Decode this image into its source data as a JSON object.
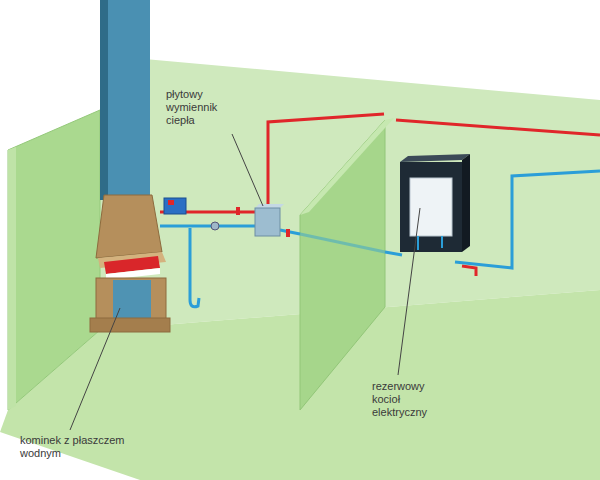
{
  "diagram": {
    "labels": [
      "płytowy wymiennik ciepła",
      "kominek z płaszczem wodnym",
      "rezerwowy kocioł elektryczny"
    ]
  }
}
